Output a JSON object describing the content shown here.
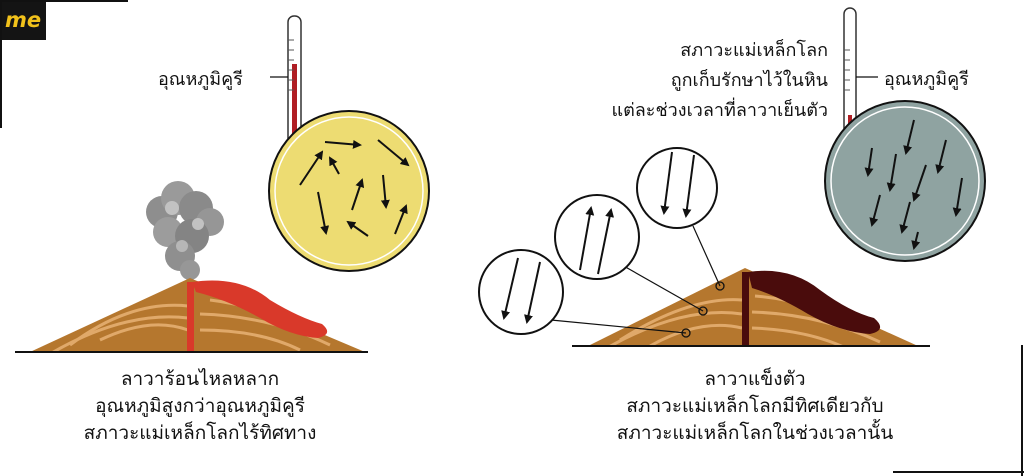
{
  "logo": {
    "text": "me"
  },
  "left": {
    "thermometer_label": "อุณหภูมิคูรี",
    "caption": [
      "ลาวาร้อนไหลหลาก",
      "อุณหภูมิสูงกว่าอุณหภูมิคูรี",
      "สภาวะแม่เหล็กโลกไร้ทิศทาง"
    ]
  },
  "right": {
    "thermometer_label": "อุณหภูมิคูรี",
    "info_text": [
      "สภาวะแม่เหล็กโลก",
      "ถูกเก็บรักษาไว้ในหิน",
      "แต่ละช่วงเวลาที่ลาวาเย็นตัว"
    ],
    "caption": [
      "ลาวาแข็งตัว",
      "สภาวะแม่เหล็กโลกมีทิศเดียวกับ",
      "สภาวะแม่เหล็กโลกในช่วงเวลานั้น"
    ]
  },
  "colors": {
    "volcano": "#b5772e",
    "volcano_stripe": "#e0a96a",
    "lava_hot": "#d9392a",
    "lava_cold": "#4a0c0c",
    "hot_circle": "#eddc72",
    "cold_circle": "#8fa3a1",
    "mercury": "#b01e24",
    "smoke": "#8e8e8e"
  }
}
